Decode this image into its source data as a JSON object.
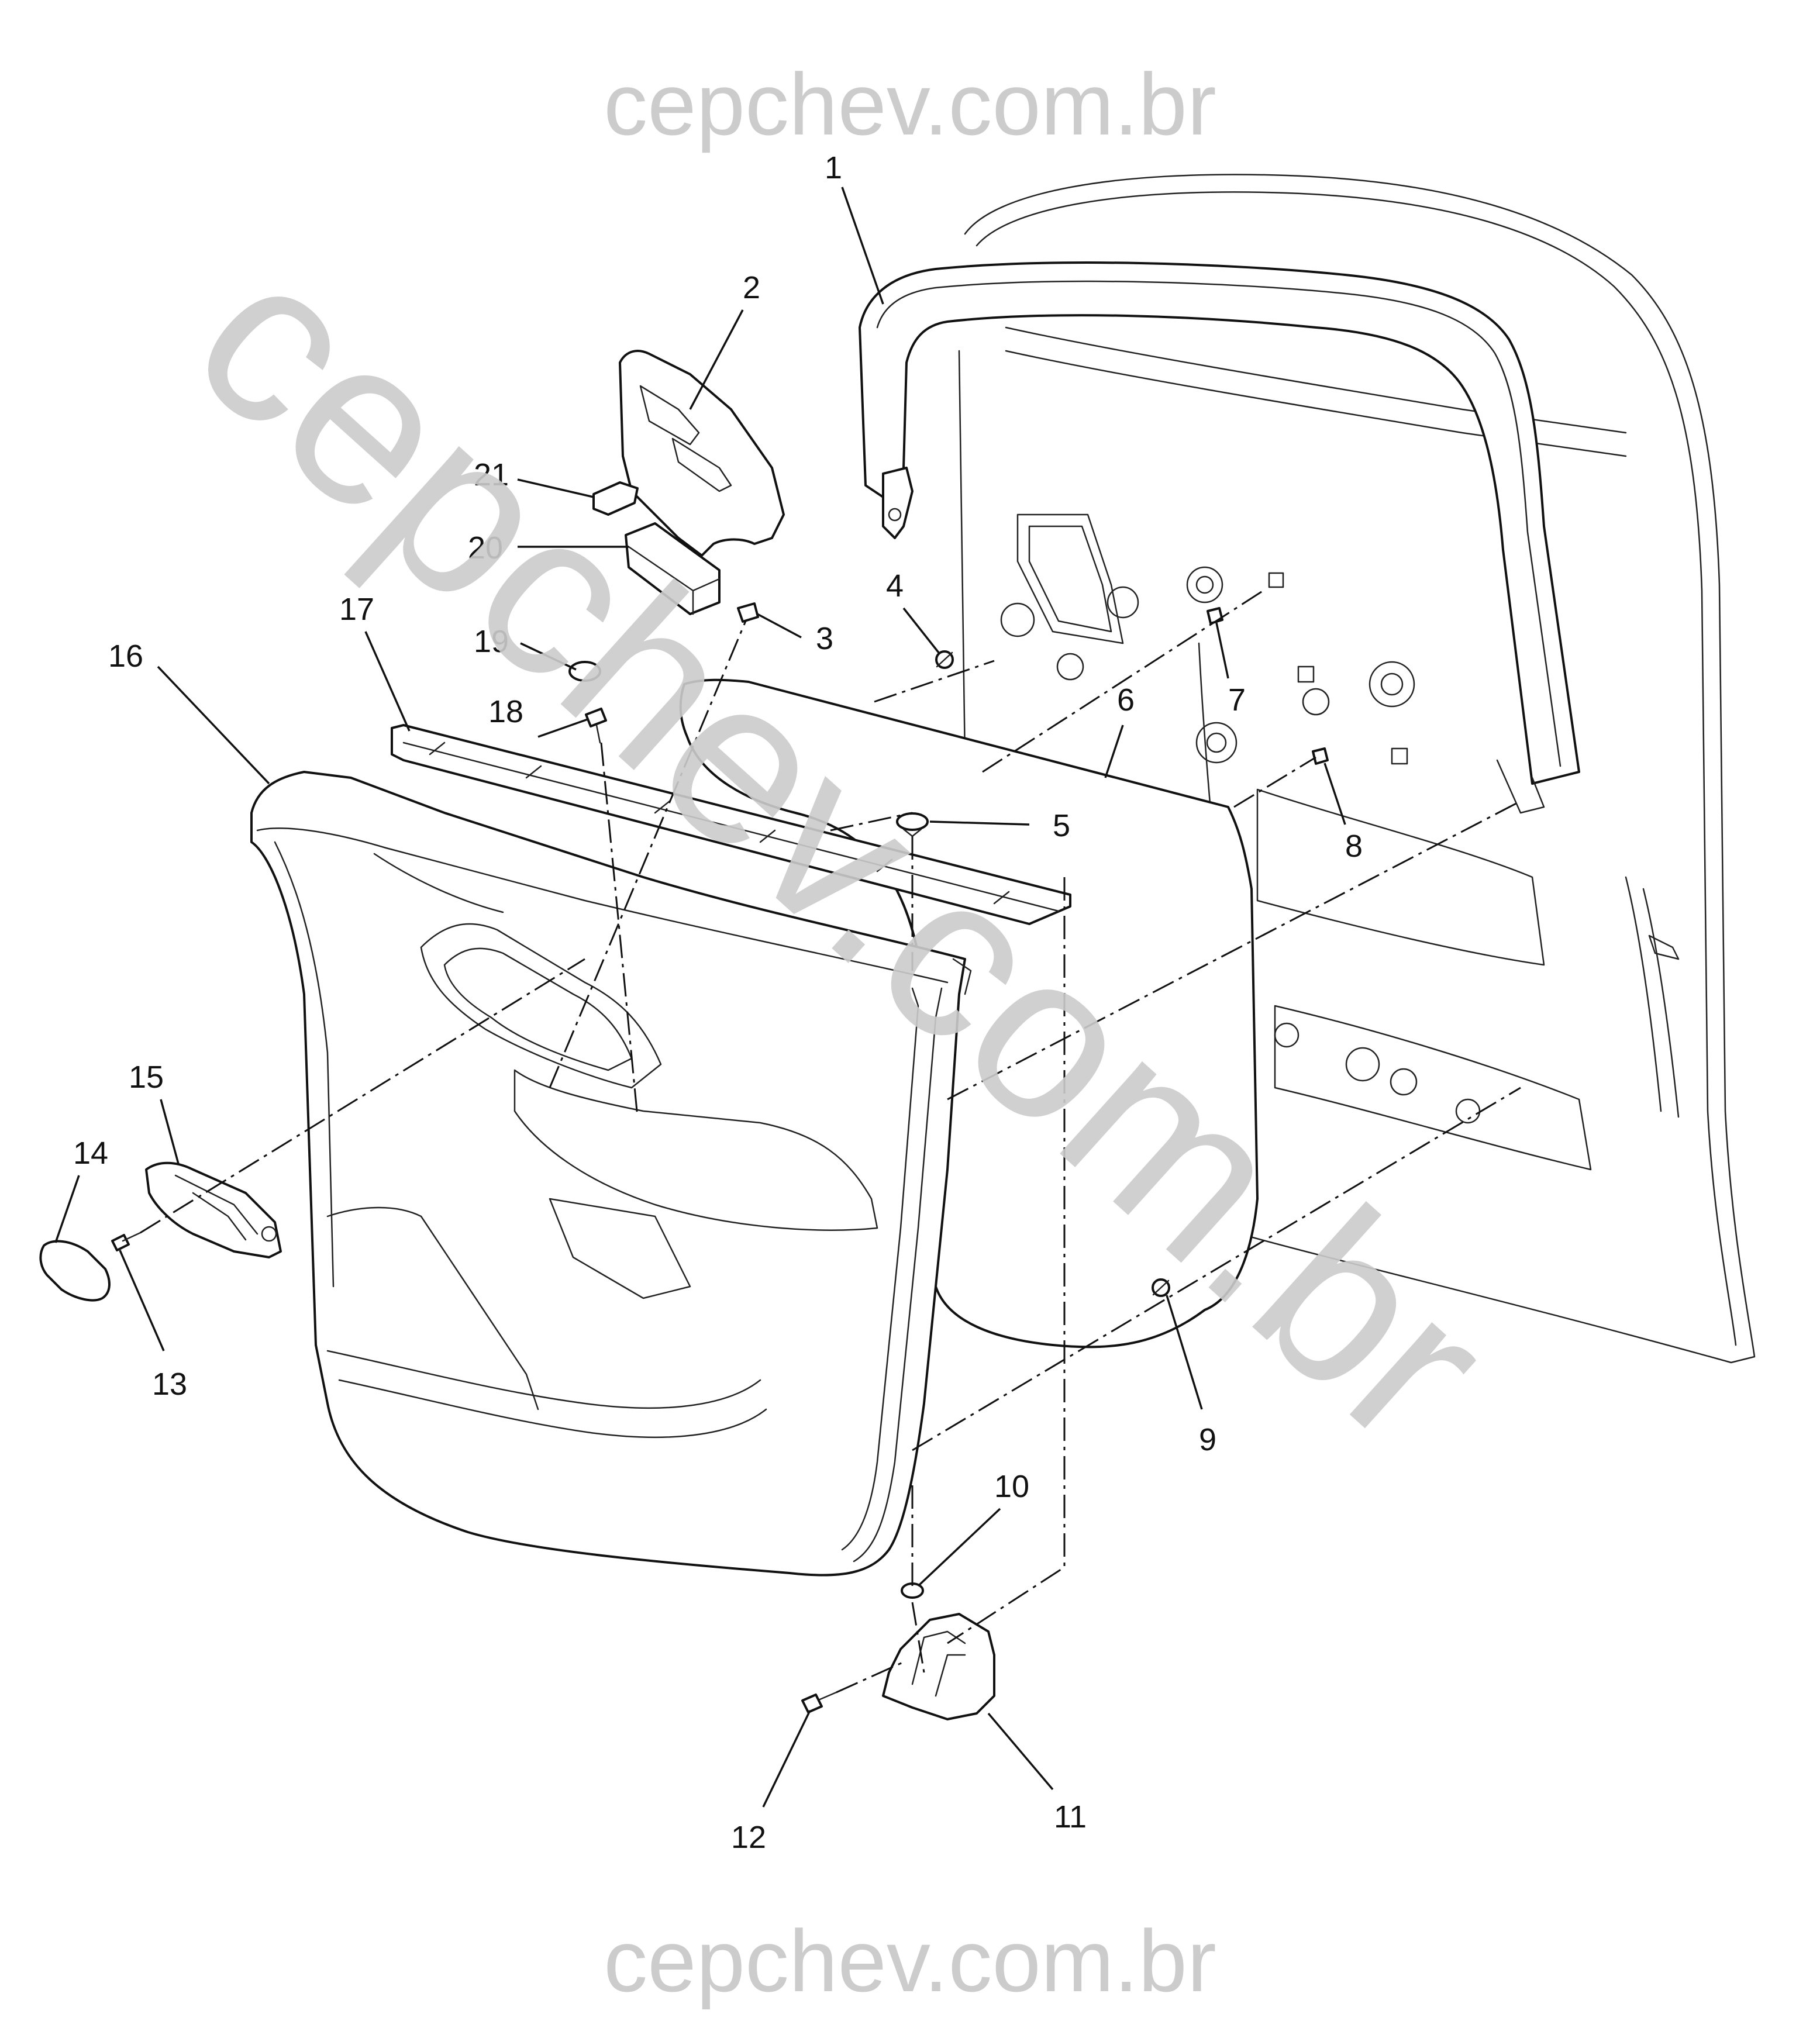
{
  "watermark": {
    "top": "cepchev.com.br",
    "bottom": "cepchev.com.br",
    "diagonal": "cepchev.com.br",
    "color": "#cccccc"
  },
  "callouts": [
    {
      "id": "c1",
      "label": "1"
    },
    {
      "id": "c2",
      "label": "2"
    },
    {
      "id": "c3",
      "label": "3"
    },
    {
      "id": "c4",
      "label": "4"
    },
    {
      "id": "c5",
      "label": "5"
    },
    {
      "id": "c6",
      "label": "6"
    },
    {
      "id": "c7",
      "label": "7"
    },
    {
      "id": "c8",
      "label": "8"
    },
    {
      "id": "c9",
      "label": "9"
    },
    {
      "id": "c10",
      "label": "10"
    },
    {
      "id": "c11",
      "label": "11"
    },
    {
      "id": "c12",
      "label": "12"
    },
    {
      "id": "c13",
      "label": "13"
    },
    {
      "id": "c14",
      "label": "14"
    },
    {
      "id": "c15",
      "label": "15"
    },
    {
      "id": "c16",
      "label": "16"
    },
    {
      "id": "c17",
      "label": "17"
    },
    {
      "id": "c18",
      "label": "18"
    },
    {
      "id": "c19",
      "label": "19"
    },
    {
      "id": "c20",
      "label": "20"
    },
    {
      "id": "c21",
      "label": "21"
    }
  ]
}
